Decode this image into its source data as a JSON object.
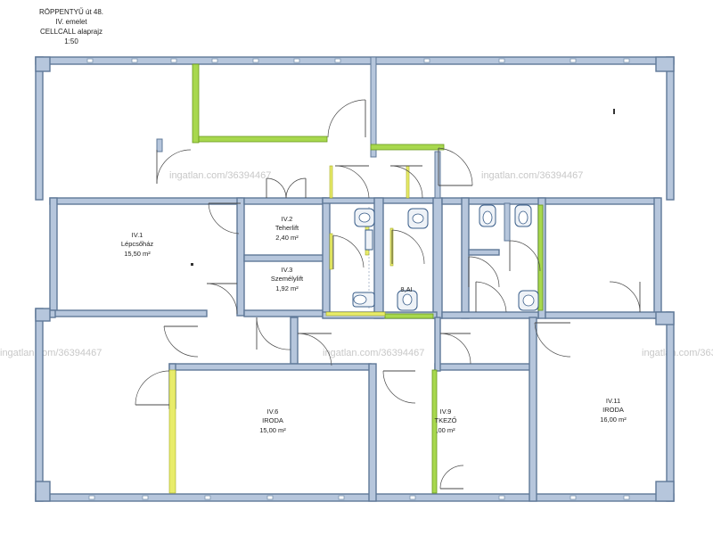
{
  "title": {
    "line1": "RÖPPENTYŰ  út 48.",
    "line2": "IV. emelet",
    "line3": "CELLCALL alaprajz",
    "line4": "1:50"
  },
  "rooms": {
    "r1": {
      "code": "IV.1",
      "name": "Lépcsőház",
      "area": "15,50 m²"
    },
    "r2": {
      "code": "IV.2",
      "name": "Teherlift",
      "area": "2,40 m²"
    },
    "r3": {
      "code": "IV.3",
      "name": "Személylift",
      "area": "1,92 m²"
    },
    "r6": {
      "code": "IV.6",
      "name": "IRODA",
      "area": "15,00 m²"
    },
    "r9": {
      "code": "IV.9",
      "name": "TKEZŐ",
      "area": ",00 m²"
    },
    "r11": {
      "code": "IV.11",
      "name": "IRODA",
      "area": "16,00 m²"
    },
    "wc": {
      "code": "8,AI"
    }
  },
  "watermark": "ingatlan.com/36394467",
  "colors": {
    "wall_fill": "#b6c6dc",
    "wall_stroke": "#5f7898",
    "new_wall": "#a8d84e",
    "partition": "#e8ec6a"
  }
}
